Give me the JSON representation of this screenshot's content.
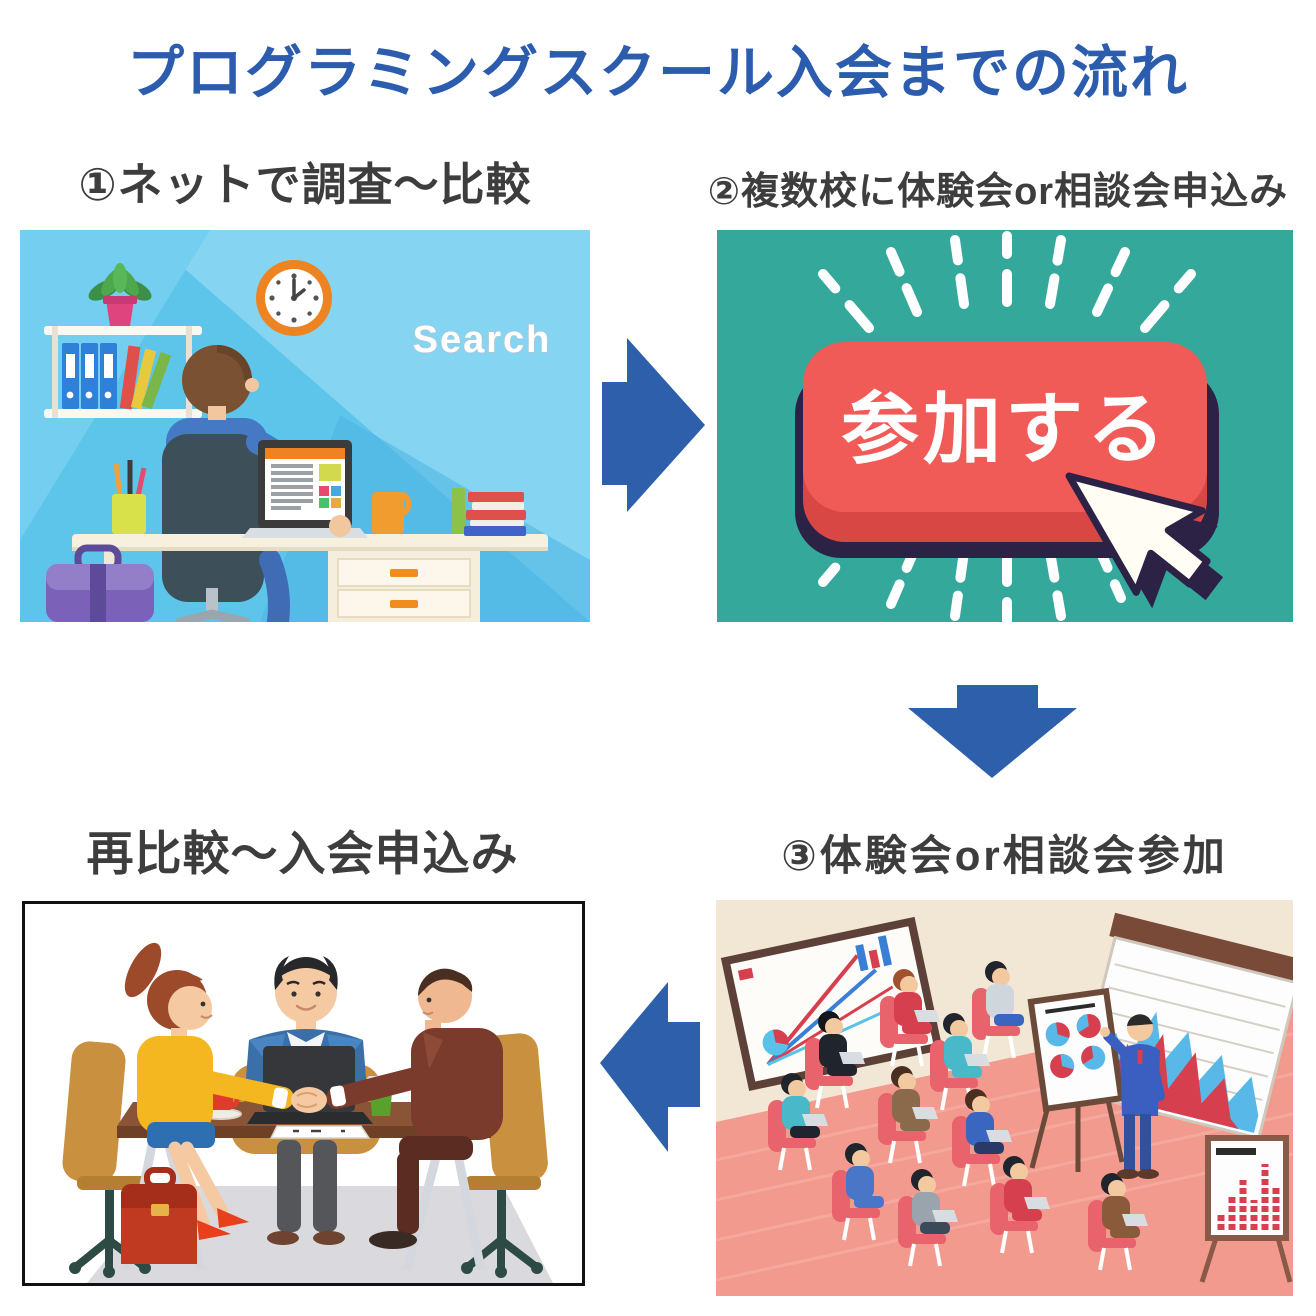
{
  "title": "プログラミングスクール入会までの流れ",
  "steps": [
    {
      "label": "①ネットで調査〜比較",
      "illustration": "desk-research",
      "search_text": "Search"
    },
    {
      "label": "②複数校に体験会or相談会申込み",
      "illustration": "join-button",
      "button_text": "参加する"
    },
    {
      "label": "③体験会or相談会参加",
      "illustration": "seminar"
    },
    {
      "label": "再比較〜入会申込み",
      "illustration": "handshake-meeting"
    }
  ],
  "arrows": [
    {
      "direction": "right",
      "from": "step-1",
      "to": "step-2"
    },
    {
      "direction": "down",
      "from": "step-2",
      "to": "step-3"
    },
    {
      "direction": "left",
      "from": "step-3",
      "to": "step-4"
    }
  ],
  "colors": {
    "title": "#2b5cad",
    "label": "#3d3d3d",
    "arrow": "#2d5fab",
    "step1_background": "#5ec5ea",
    "step2_background": "#35a89c",
    "step2_button": "#f15b57",
    "step2_button_shadow": "#2b2245",
    "step3_wall": "#f2e6d4",
    "step3_floor": "#f29a8d",
    "step4_frame": "#111111"
  }
}
